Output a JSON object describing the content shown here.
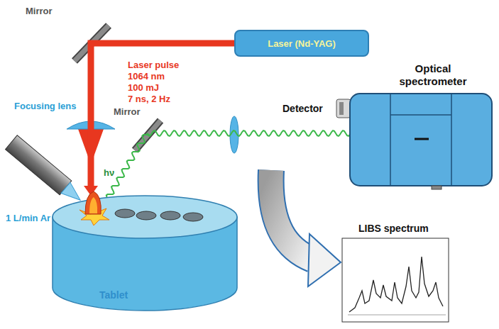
{
  "diagram": {
    "nodes": [
      {
        "text": [
          "Laser (Nd-YAG)"
        ]
      },
      {
        "text": [
          "Optical spectrometer"
        ]
      },
      {
        "text": [
          "Tablet"
        ]
      }
    ],
    "edges": [
      {
        "from": 0,
        "to": 2,
        "arrow": "to"
      },
      {
        "from": 2,
        "to": 1,
        "arrow": "none"
      }
    ],
    "labels": [
      "Mirror",
      "Laser pulse",
      "1064 nm",
      "100 mJ",
      "7 ns, 2 Hz",
      "Mirror",
      "Focusing lens",
      "hν",
      "Detector",
      "1 L/min Ar",
      "LIBS spectrum"
    ]
  }
}
